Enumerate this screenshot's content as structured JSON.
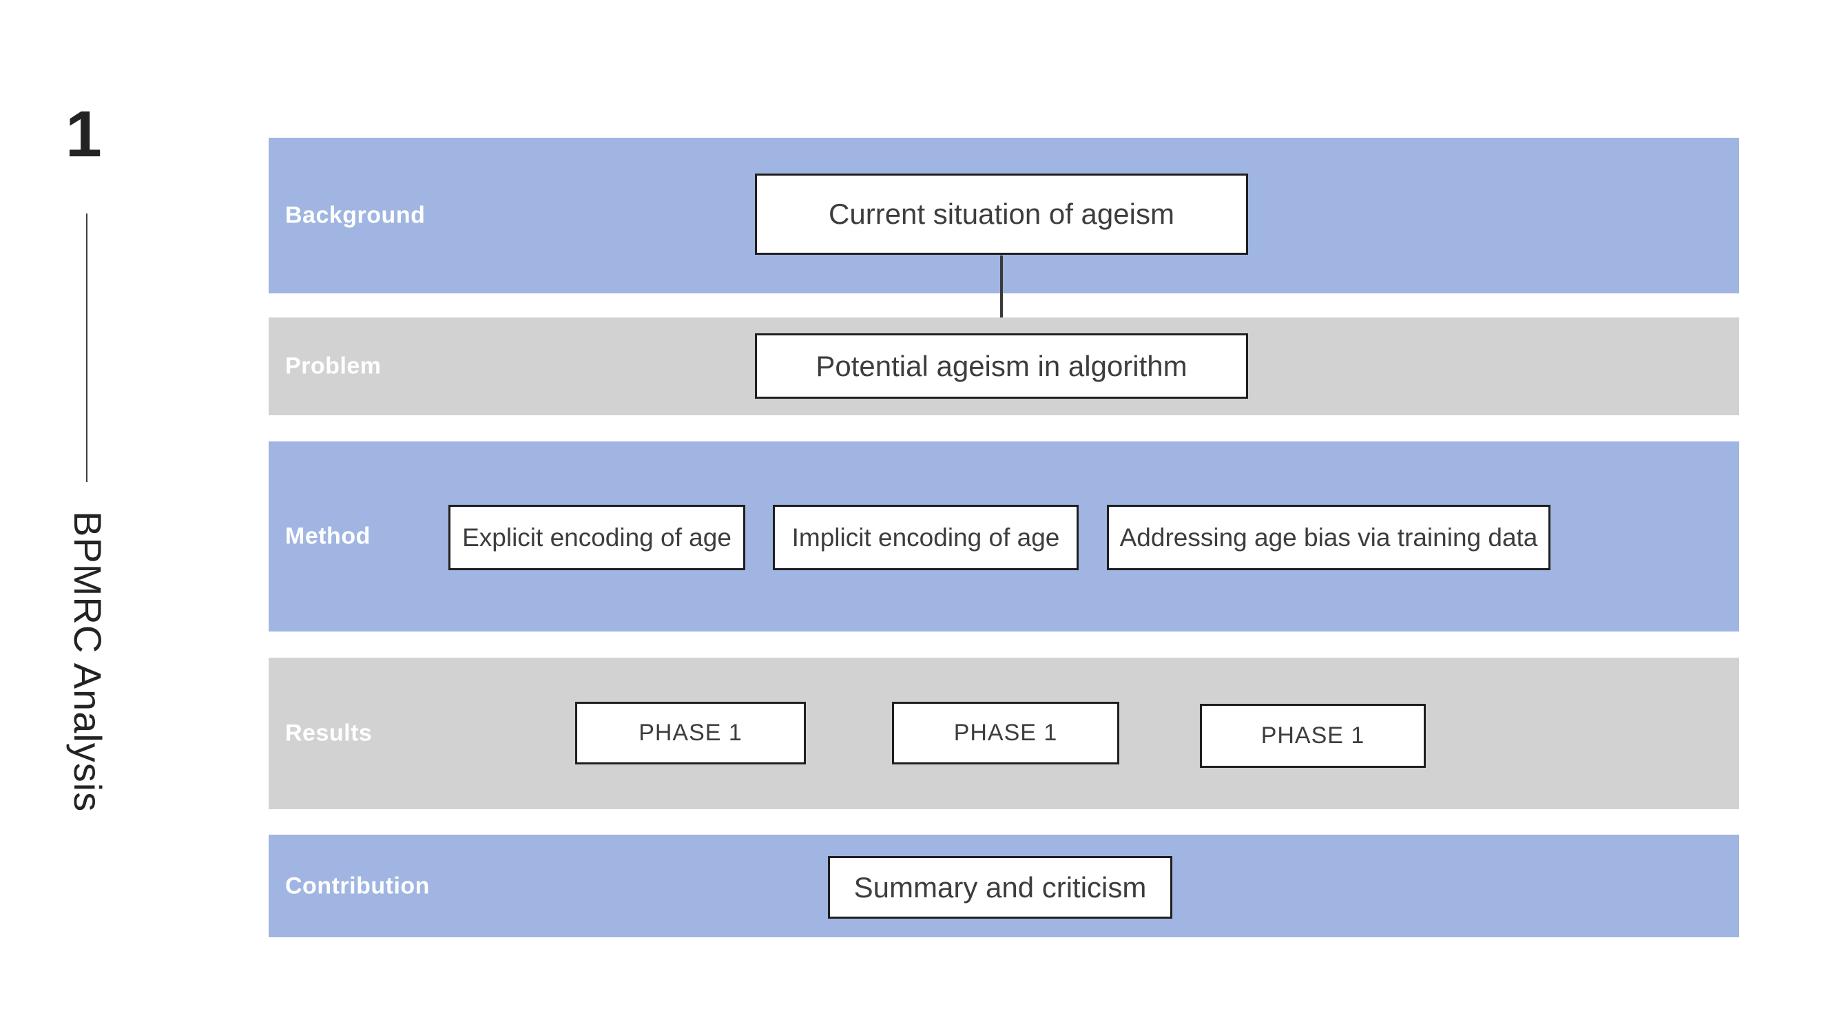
{
  "page": {
    "slide_number": "1",
    "side_title": "BPMRC Analysis"
  },
  "colors": {
    "band_blue": "#a0b5e1",
    "band_gray": "#d2d2d2",
    "box_border": "#1f1f1f",
    "box_text": "#3d3d3d",
    "band_label_text": "#ffffff",
    "arrow": "#3a3a3a"
  },
  "bands": [
    {
      "label": "Background",
      "color": "blue",
      "boxes": [
        "Current situation of ageism"
      ]
    },
    {
      "label": "Problem",
      "color": "gray",
      "boxes": [
        "Potential ageism in algorithm"
      ]
    },
    {
      "label": "Method",
      "color": "blue",
      "boxes": [
        "Explicit encoding of age",
        "Implicit encoding of age",
        "Addressing age bias via training data"
      ]
    },
    {
      "label": "Results",
      "color": "gray",
      "boxes": [
        "PHASE 1",
        "PHASE 1",
        "PHASE 1"
      ]
    },
    {
      "label": "Contribution",
      "color": "blue",
      "boxes": [
        "Summary and criticism"
      ]
    }
  ],
  "connector": {
    "from": "Current situation of ageism",
    "to": "Potential ageism in algorithm",
    "direction": "down"
  }
}
